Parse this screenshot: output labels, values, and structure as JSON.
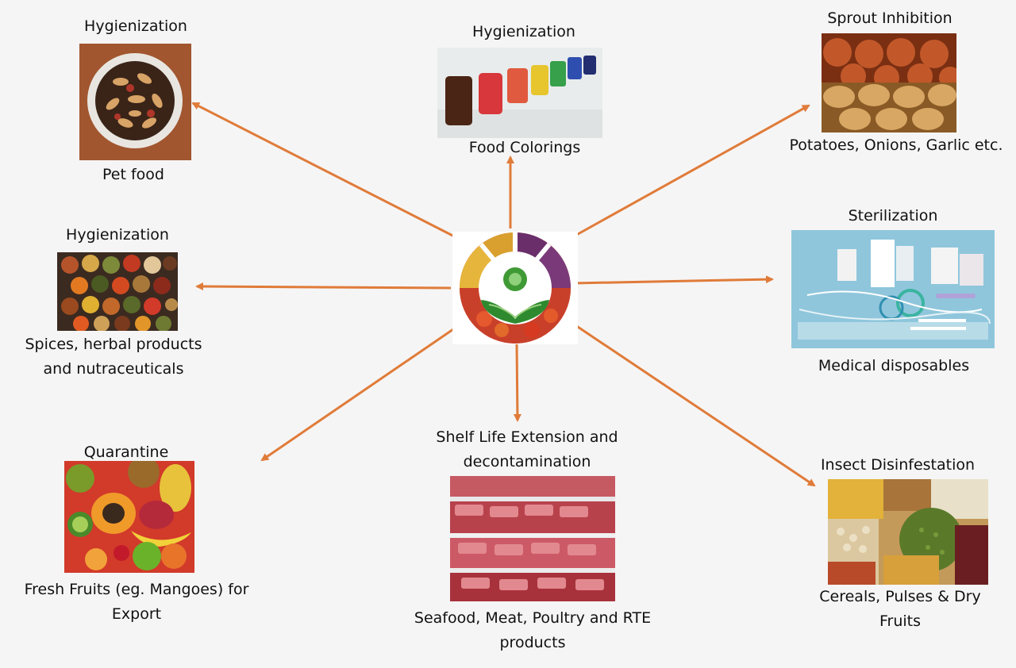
{
  "colors": {
    "arrow": "#e07b39",
    "background": "#f5f5f5"
  },
  "center": {
    "icon": "radura-logo-icon"
  },
  "nodes": [
    {
      "id": "pet-food",
      "category": "Hygienization",
      "product": "Pet food",
      "image": "pet-food-bowl-image"
    },
    {
      "id": "food-colorings",
      "category": "Hygienization",
      "product": "Food Colorings",
      "image": "food-colorings-jars-image"
    },
    {
      "id": "sprout",
      "category": "Sprout Inhibition",
      "product": "Potatoes, Onions, Garlic etc.",
      "image": "onions-potatoes-image"
    },
    {
      "id": "spices",
      "category": "Hygienization",
      "product": "Spices, herbal products and nutraceuticals",
      "image": "spices-bowls-image"
    },
    {
      "id": "medical",
      "category": "Sterilization",
      "product": "Medical disposables",
      "image": "medical-disposables-image"
    },
    {
      "id": "fruits",
      "category": "Quarantine",
      "product": "Fresh Fruits (eg. Mangoes) for Export",
      "image": "fresh-fruits-image"
    },
    {
      "id": "meat",
      "category": "Shelf Life Extension and decontamination",
      "product": "Seafood, Meat, Poultry and RTE products",
      "image": "meat-shelves-image"
    },
    {
      "id": "cereals",
      "category": "Insect Disinfestation",
      "product": "Cereals, Pulses & Dry Fruits",
      "image": "cereals-pulses-image"
    }
  ]
}
